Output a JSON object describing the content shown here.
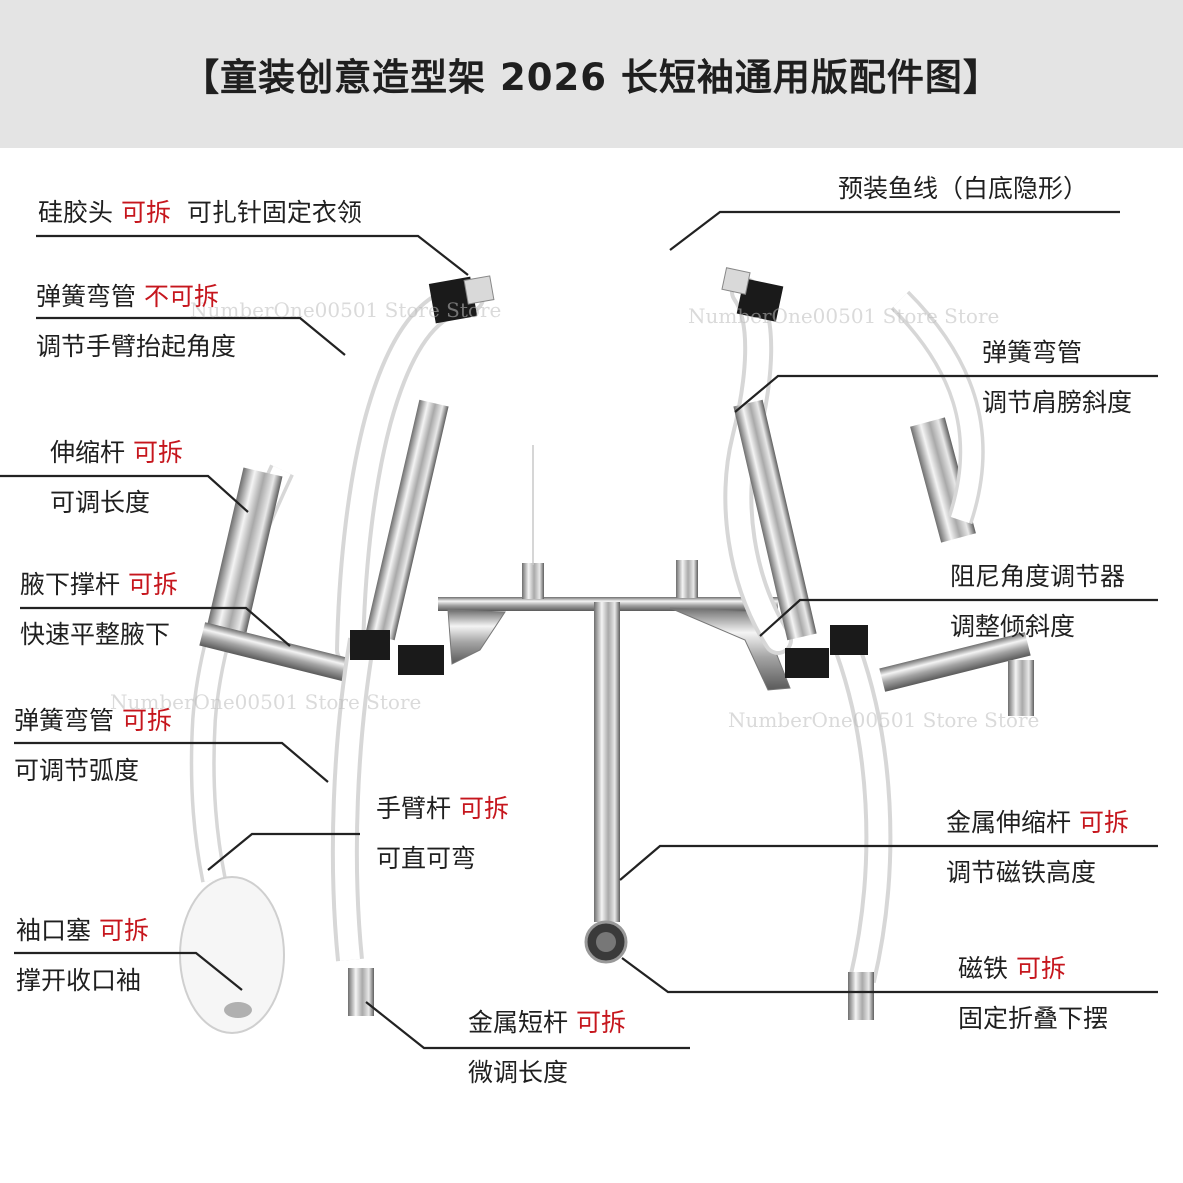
{
  "title": "【童装创意造型架 2026 长短袖通用版配件图】",
  "watermark": "NumberOne00501 Store Store",
  "labels": {
    "silicone_head": {
      "name": "硅胶头",
      "tag": "可拆",
      "desc": "可扎针固定衣领"
    },
    "spring_tube_left": {
      "name": "弹簧弯管",
      "tag": "不可拆",
      "desc": "调节手臂抬起角度"
    },
    "telescopic_rod": {
      "name": "伸缩杆",
      "tag": "可拆",
      "desc": "可调长度"
    },
    "underarm_rod": {
      "name": "腋下撑杆",
      "tag": "可拆",
      "desc": "快速平整腋下"
    },
    "spring_tube_arc": {
      "name": "弹簧弯管",
      "tag": "可拆",
      "desc": "可调节弧度"
    },
    "cuff_plug": {
      "name": "袖口塞",
      "tag": "可拆",
      "desc": "撑开收口袖"
    },
    "arm_rod": {
      "name": "手臂杆",
      "tag": "可拆",
      "desc": "可直可弯"
    },
    "short_rod": {
      "name": "金属短杆",
      "tag": "可拆",
      "desc": "微调长度"
    },
    "fishing_line": {
      "name": "预装鱼线（白底隐形）"
    },
    "spring_tube_right": {
      "name": "弹簧弯管",
      "desc": "调节肩膀斜度"
    },
    "damping_adjuster": {
      "name": "阻尼角度调节器",
      "desc": "调整倾斜度"
    },
    "metal_telescopic": {
      "name": "金属伸缩杆",
      "tag": "可拆",
      "desc": "调节磁铁高度"
    },
    "magnet": {
      "name": "磁铁",
      "tag": "可拆",
      "desc": "固定折叠下摆"
    }
  },
  "colors": {
    "accent_red": "#c6161d",
    "header_bg": "#e4e4e4",
    "line": "#222222"
  }
}
